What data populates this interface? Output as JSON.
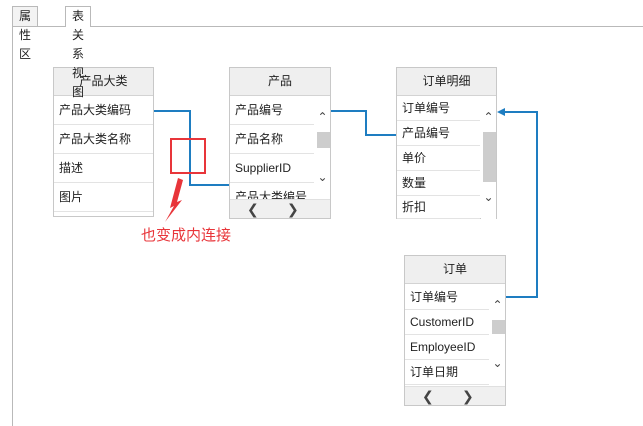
{
  "tabs": [
    {
      "label": "属性区",
      "active": false
    },
    {
      "label": "表关系视图",
      "active": true
    }
  ],
  "tables": {
    "category": {
      "title": "产品大类",
      "fields": [
        "产品大类编码",
        "产品大类名称",
        "描述",
        "图片"
      ]
    },
    "product": {
      "title": "产品",
      "fields": [
        "产品编号",
        "产品名称",
        "SupplierID",
        "产品大类编号"
      ]
    },
    "order_detail": {
      "title": "订单明细",
      "fields": [
        "订单编号",
        "产品编号",
        "单价",
        "数量",
        "折扣"
      ]
    },
    "order": {
      "title": "订单",
      "fields": [
        "订单编号",
        "CustomerID",
        "EmployeeID",
        "订单日期"
      ]
    }
  },
  "annotation": {
    "text": "也变成内连接",
    "color": "#e8353a"
  },
  "colors": {
    "link": "#1e7dc1",
    "highlight": "#e8353a"
  },
  "icons": {
    "scroll_up": "chevron-up-icon",
    "scroll_down": "chevron-down-icon",
    "scroll_left": "chevron-left-icon",
    "scroll_right": "chevron-right-icon"
  }
}
